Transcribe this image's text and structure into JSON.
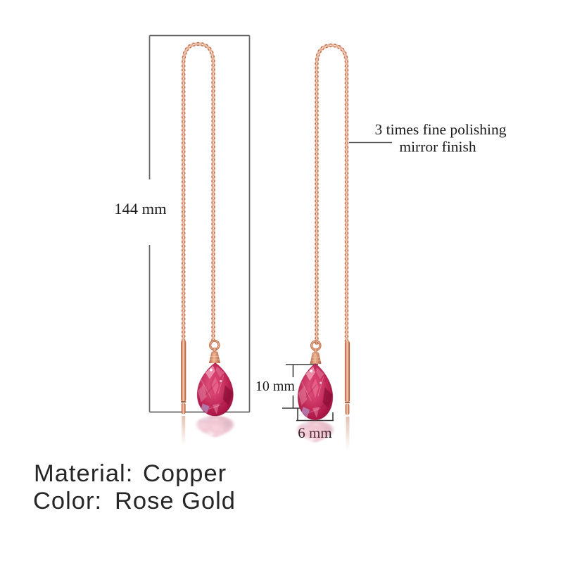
{
  "figure": {
    "type": "earring-dimension-diagram",
    "dimensions": {
      "chain_length": "144 mm",
      "drop_height": "10 mm",
      "drop_width": "6 mm"
    },
    "callout": {
      "line1": "3 times fine polishing",
      "line2": "mirror finish"
    },
    "specs": {
      "material_key": "Material:",
      "material_value": "Copper",
      "color_key": "Color:",
      "color_value": "Rose Gold"
    },
    "colors": {
      "rose_gold_chain": "#c4714f",
      "rose_gold_light": "#f6d8c9",
      "crystal_red": "#c2204f",
      "crystal_dark": "#8e0d36",
      "crystal_highlight": "#f4a7bd",
      "lavender_reflection": "#b2a0d6",
      "box_line": "#626264",
      "dimension_line": "#3a3a3c",
      "text": "#1c1c1c",
      "background": "#ffffff"
    }
  }
}
